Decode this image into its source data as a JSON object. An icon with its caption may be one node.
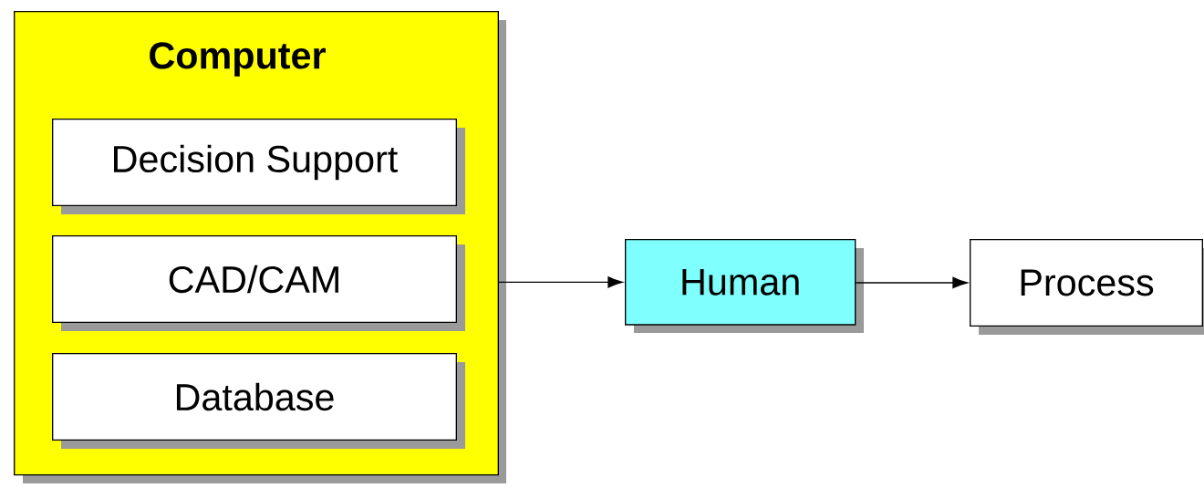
{
  "diagram": {
    "nodes": [
      {
        "text": [
          "Computer"
        ]
      },
      {
        "text": [
          "Decision Support"
        ],
        "in": 0
      },
      {
        "text": [
          "CAD/CAM"
        ],
        "in": 0
      },
      {
        "text": [
          "Database"
        ],
        "in": 0
      },
      {
        "text": [
          "Human"
        ]
      },
      {
        "text": [
          "Process"
        ]
      }
    ],
    "edges": [
      {
        "from": 0,
        "to": 4,
        "arrow": "to"
      },
      {
        "from": 4,
        "to": 5,
        "arrow": "to"
      }
    ]
  }
}
